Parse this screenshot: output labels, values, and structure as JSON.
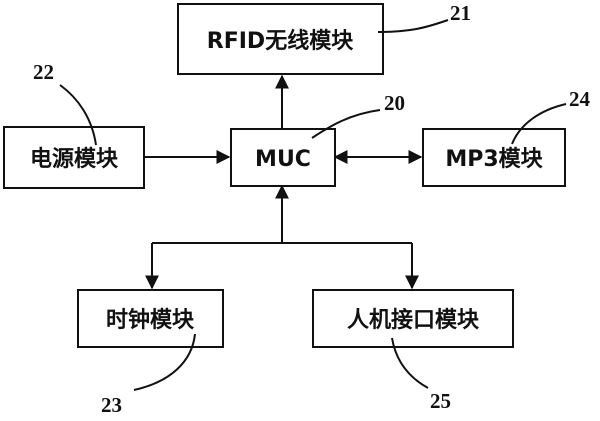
{
  "modules": {
    "rfid": {
      "label": "RFID无线模块",
      "ref": "21"
    },
    "power": {
      "label": "电源模块",
      "ref": "22"
    },
    "mcu": {
      "label": "MUC",
      "ref": "20"
    },
    "mp3": {
      "label": "MP3模块",
      "ref": "24"
    },
    "clock": {
      "label": "时钟模块",
      "ref": "23"
    },
    "hmi": {
      "label": "人机接口模块",
      "ref": "25"
    }
  }
}
